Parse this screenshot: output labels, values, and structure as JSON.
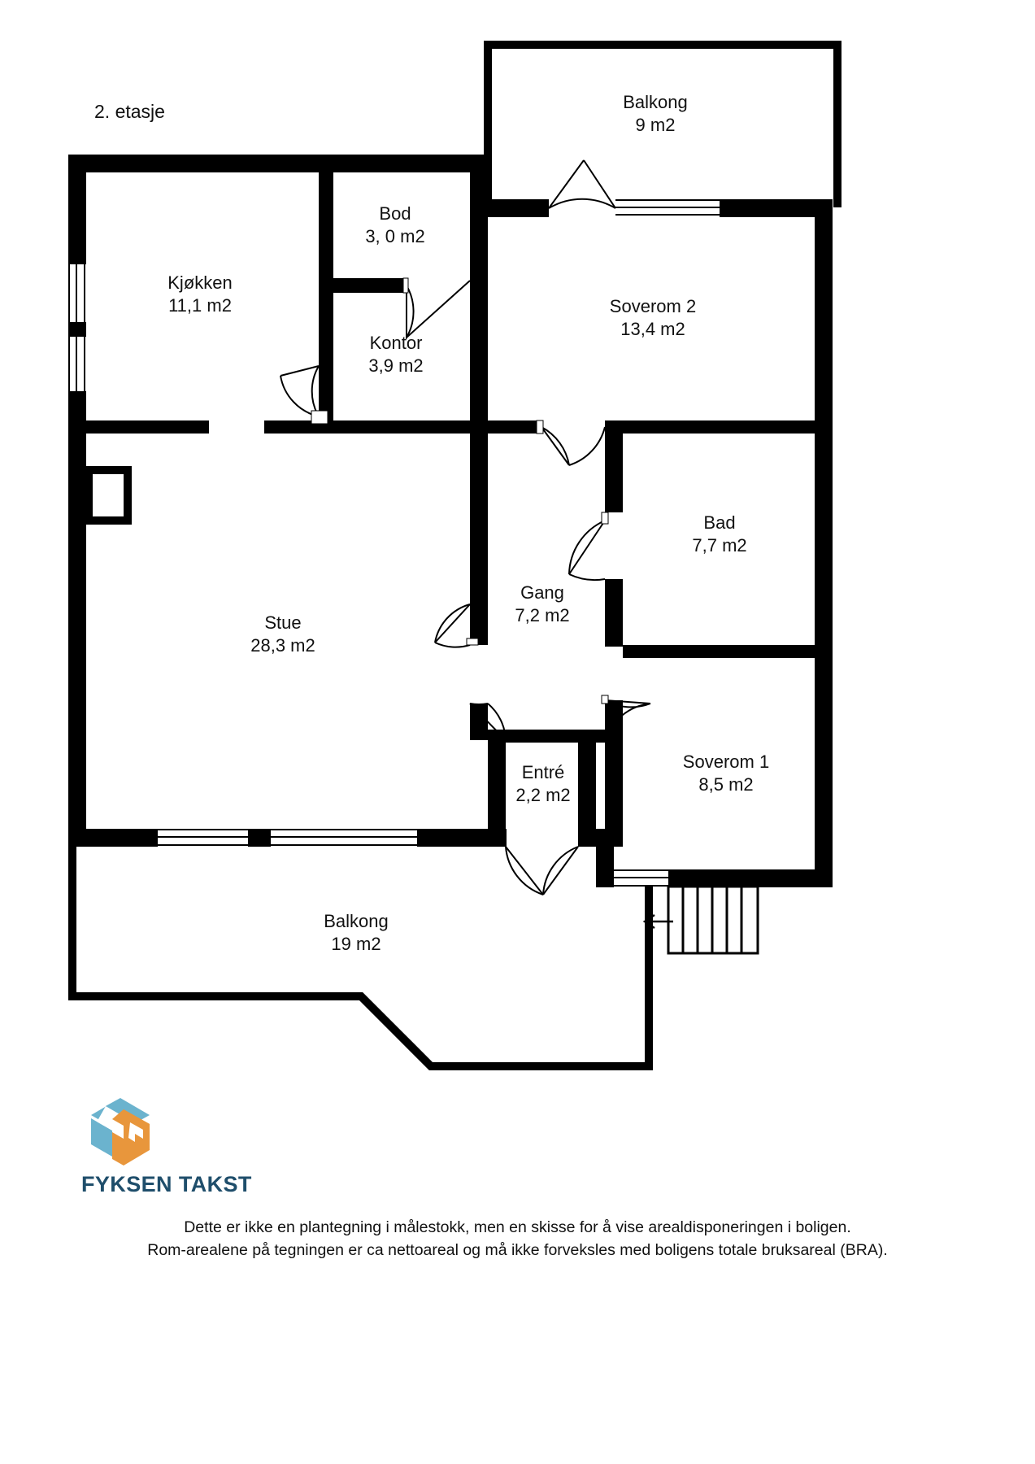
{
  "document": {
    "floor_title": "2. etasje",
    "kind": "floor-plan-sketch",
    "language": "no"
  },
  "rooms": [
    {
      "id": "balkong-top",
      "name": "Balkong",
      "area": "9 m2",
      "area_value": 9.0,
      "unit": "m2"
    },
    {
      "id": "bod",
      "name": "Bod",
      "area": "3, 0 m2",
      "area_value": 3.0,
      "unit": "m2"
    },
    {
      "id": "kjokken",
      "name": "Kjøkken",
      "area": "11,1 m2",
      "area_value": 11.1,
      "unit": "m2"
    },
    {
      "id": "soverom2",
      "name": "Soverom 2",
      "area": "13,4 m2",
      "area_value": 13.4,
      "unit": "m2"
    },
    {
      "id": "kontor",
      "name": "Kontor",
      "area": "3,9 m2",
      "area_value": 3.9,
      "unit": "m2"
    },
    {
      "id": "bad",
      "name": "Bad",
      "area": "7,7 m2",
      "area_value": 7.7,
      "unit": "m2"
    },
    {
      "id": "gang",
      "name": "Gang",
      "area": "7,2 m2",
      "area_value": 7.2,
      "unit": "m2"
    },
    {
      "id": "stue",
      "name": "Stue",
      "area": "28,3 m2",
      "area_value": 28.3,
      "unit": "m2"
    },
    {
      "id": "soverom1",
      "name": "Soverom 1",
      "area": "8,5 m2",
      "area_value": 8.5,
      "unit": "m2"
    },
    {
      "id": "entre",
      "name": "Entré",
      "area": "2,2 m2",
      "area_value": 2.2,
      "unit": "m2"
    },
    {
      "id": "balkong-bot",
      "name": "Balkong",
      "area": "19 m2",
      "area_value": 19.0,
      "unit": "m2"
    }
  ],
  "brand": {
    "name": "FYKSEN TAKST",
    "logo_icon": "cube-f-logo-icon",
    "colors": {
      "logo_blue": "#6BB3CE",
      "logo_blue_dark": "#5AA3C0",
      "logo_orange": "#E8963C",
      "logo_orange_dark": "#D8832A",
      "wordmark": "#1F4E6B"
    }
  },
  "disclaimer": {
    "line1": "Dette er ikke en plantegning i målestokk, men en skisse for å vise arealdisponeringen i boligen.",
    "line2": "Rom-arealene på tegningen er ca nettoareal og må ikke forveksles med boligens totale bruksareal (BRA)."
  },
  "drawing": {
    "wall_color": "#000000",
    "floor_color": "#ffffff",
    "line_color": "#000000",
    "stair_direction_icon": "arrow-left-icon",
    "features": [
      "window-openings",
      "door-swing-arcs",
      "staircase",
      "balcony-outline"
    ]
  }
}
